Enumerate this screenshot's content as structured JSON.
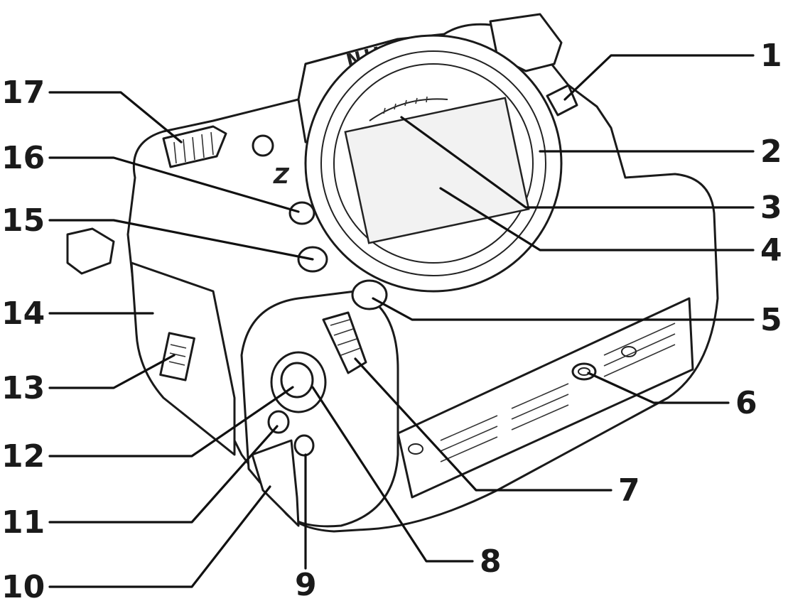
{
  "diagram": {
    "brand_text": "NIKON",
    "model_mark": "Z",
    "labels": [
      {
        "id": "1",
        "text": "1"
      },
      {
        "id": "2",
        "text": "2"
      },
      {
        "id": "3",
        "text": "3"
      },
      {
        "id": "4",
        "text": "4"
      },
      {
        "id": "5",
        "text": "5"
      },
      {
        "id": "6",
        "text": "6"
      },
      {
        "id": "7",
        "text": "7"
      },
      {
        "id": "8",
        "text": "8"
      },
      {
        "id": "9",
        "text": "9"
      },
      {
        "id": "10",
        "text": "10"
      },
      {
        "id": "11",
        "text": "11"
      },
      {
        "id": "12",
        "text": "12"
      },
      {
        "id": "13",
        "text": "13"
      },
      {
        "id": "14",
        "text": "14"
      },
      {
        "id": "15",
        "text": "15"
      },
      {
        "id": "16",
        "text": "16"
      },
      {
        "id": "17",
        "text": "17"
      }
    ],
    "colors": {
      "line": "#111111",
      "label": "#1a1a1a",
      "background": "#ffffff"
    }
  }
}
